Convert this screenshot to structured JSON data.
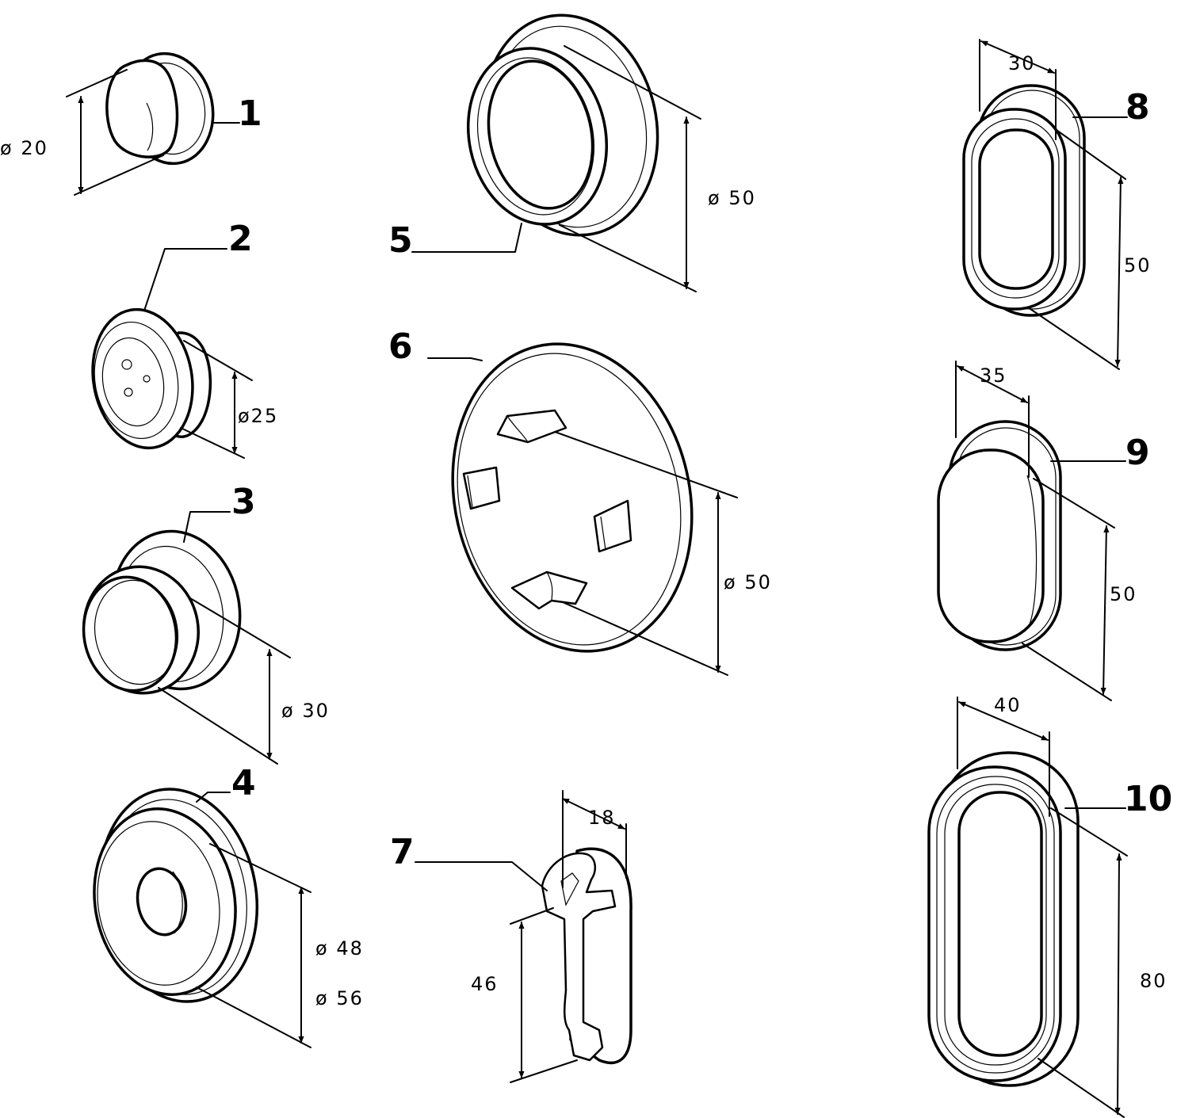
{
  "parts": [
    {
      "number": "1",
      "dimensions": [
        "ø 20"
      ]
    },
    {
      "number": "2",
      "dimensions": [
        "ø25"
      ]
    },
    {
      "number": "3",
      "dimensions": [
        "ø 30"
      ]
    },
    {
      "number": "4",
      "dimensions": [
        "ø 48",
        "ø 56"
      ]
    },
    {
      "number": "5",
      "dimensions": [
        "ø 50"
      ]
    },
    {
      "number": "6",
      "dimensions": [
        "ø 50"
      ]
    },
    {
      "number": "7",
      "dimensions": [
        "18",
        "46"
      ]
    },
    {
      "number": "8",
      "dimensions": [
        "30",
        "50"
      ]
    },
    {
      "number": "9",
      "dimensions": [
        "35",
        "50"
      ]
    },
    {
      "number": "10",
      "dimensions": [
        "40",
        "80"
      ]
    }
  ]
}
